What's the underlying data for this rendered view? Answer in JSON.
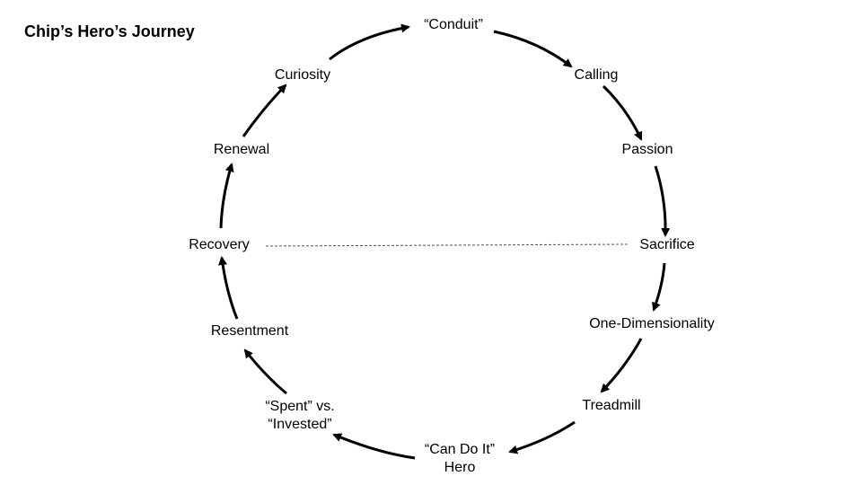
{
  "title": "Chip’s Hero’s Journey",
  "nodes": {
    "conduit": "“Conduit”",
    "calling": "Calling",
    "passion": "Passion",
    "sacrifice": "Sacrifice",
    "one_dimensionality": "One-Dimensionality",
    "treadmill": "Treadmill",
    "can_do_it_hero_1": "“Can Do It”",
    "can_do_it_hero_2": "Hero",
    "spent_vs_invested_1": "“Spent” vs.",
    "spent_vs_invested_2": "“Invested”",
    "resentment": "Resentment",
    "recovery": "Recovery",
    "renewal": "Renewal",
    "curiosity": "Curiosity"
  },
  "colors": {
    "text": "#000000",
    "arrow": "#000000",
    "dashed_line": "#555555"
  }
}
